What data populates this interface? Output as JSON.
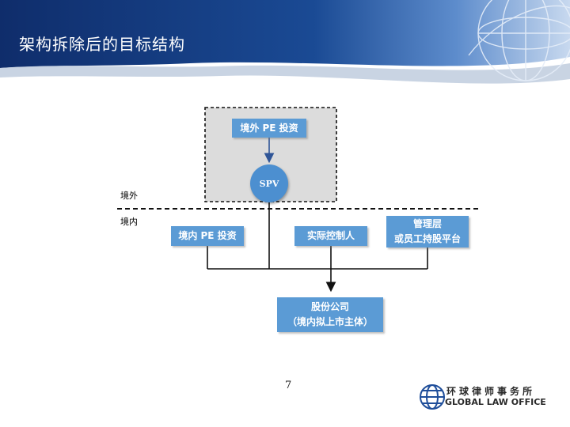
{
  "title": "架构拆除后的目标结构",
  "labels": {
    "offshore": "境外",
    "onshore": "境内"
  },
  "nodes": {
    "offshore_pe": "境外 PE 投资",
    "spv": "SPV",
    "onshore_pe": "境内 PE 投资",
    "controller": "实际控制人",
    "mgmt_line1": "管理层",
    "mgmt_line2": "或员工持股平台",
    "company_line1": "股份公司",
    "company_line2": "（境内拟上市主体）"
  },
  "page_number": "7",
  "footer": {
    "firm_cn": "环球律师事务所",
    "firm_en": "GLOBAL LAW OFFICE"
  },
  "colors": {
    "box": "#5b9bd5",
    "header_dark": "#0d2a66",
    "shaded_region": "#dcdcdc"
  }
}
